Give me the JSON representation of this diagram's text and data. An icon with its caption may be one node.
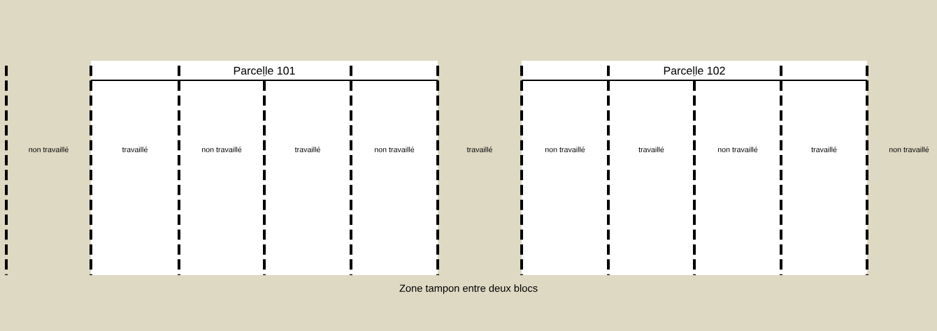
{
  "diagram": {
    "nodes": [
      {
        "text": [
          "Zone tampon entre deux blocs"
        ]
      },
      {
        "text": [
          "non travaillé"
        ],
        "in": 0
      },
      {
        "text": [
          "Parcelle 101"
        ],
        "in": 0
      },
      {
        "text": [
          "travaillé"
        ],
        "in": 2
      },
      {
        "text": [
          "non travaillé"
        ],
        "in": 2
      },
      {
        "text": [
          "travaillé"
        ],
        "in": 2
      },
      {
        "text": [
          "non travaillé"
        ],
        "in": 2
      },
      {
        "text": [
          "travaillé"
        ],
        "in": 0
      },
      {
        "text": [
          "Parcelle 102"
        ],
        "in": 0
      },
      {
        "text": [
          "non travaillé"
        ],
        "in": 8
      },
      {
        "text": [
          "travaillé"
        ],
        "in": 8
      },
      {
        "text": [
          "non travaillé"
        ],
        "in": 8
      },
      {
        "text": [
          "travaillé"
        ],
        "in": 8
      },
      {
        "text": [
          "non travaillé"
        ],
        "in": 0
      }
    ]
  }
}
